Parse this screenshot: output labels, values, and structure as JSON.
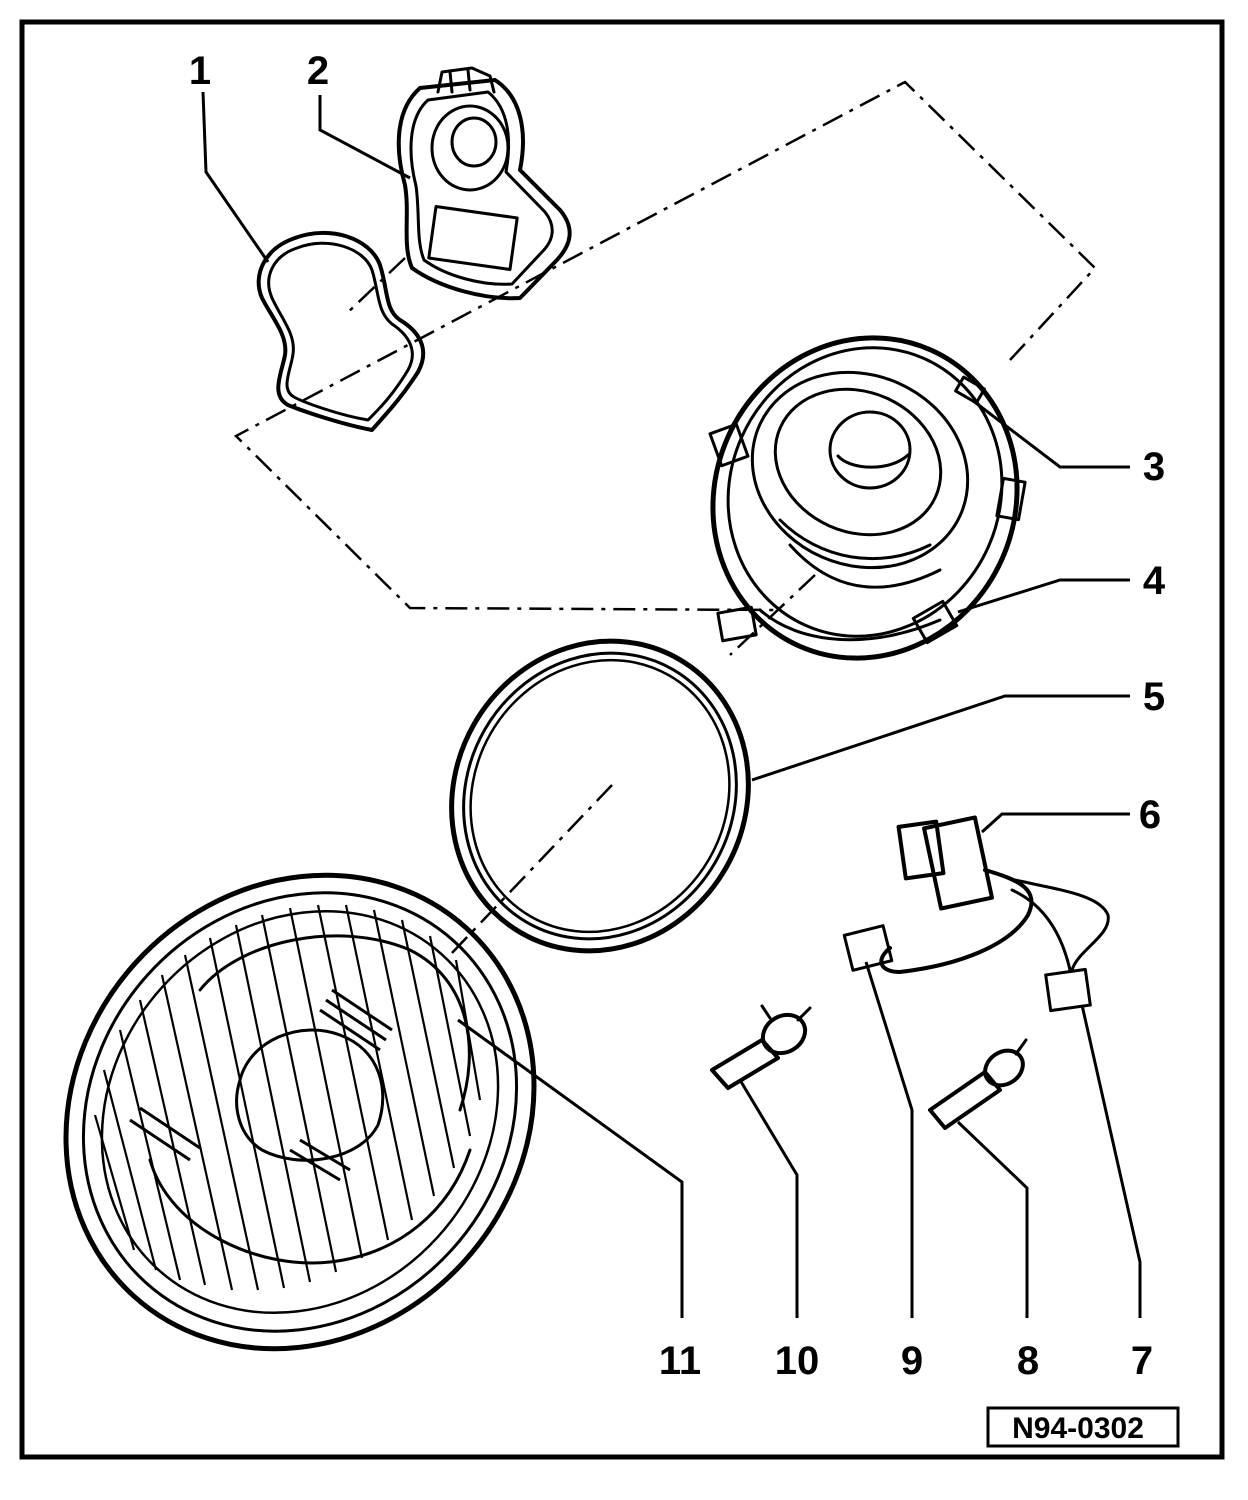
{
  "figure": {
    "reference_code": "N94-0302"
  },
  "callouts": [
    {
      "id": "1",
      "label": "1"
    },
    {
      "id": "2",
      "label": "2"
    },
    {
      "id": "3",
      "label": "3"
    },
    {
      "id": "4",
      "label": "4"
    },
    {
      "id": "5",
      "label": "5"
    },
    {
      "id": "6",
      "label": "6"
    },
    {
      "id": "7",
      "label": "7"
    },
    {
      "id": "8",
      "label": "8"
    },
    {
      "id": "9",
      "label": "9"
    },
    {
      "id": "10",
      "label": "10"
    },
    {
      "id": "11",
      "label": "11"
    }
  ]
}
